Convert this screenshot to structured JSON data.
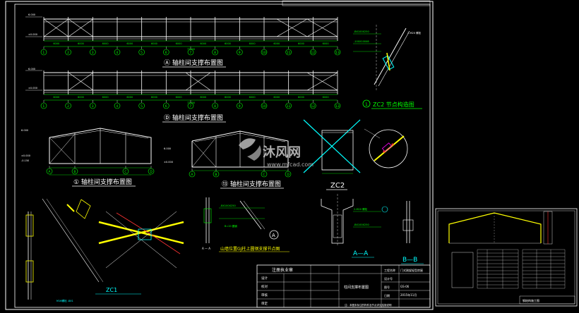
{
  "sheet_main": {
    "titles": {
      "elev_a": "Ⓐ 轴柱间支撑布置图",
      "elev_d": "Ⓓ 轴柱间支撑布置图",
      "elev_1": "① 轴柱间支撑布置图",
      "elev_13": "⑬ 轴柱间支撑布置图",
      "zc2_node": "ZC2 节点构造图",
      "zc2": "ZC2",
      "zc1": "ZC1",
      "gable": "山墙位置GJ柱上圆钢支撑节点图",
      "sec_a": "A—A",
      "sec_b": "B—B",
      "sec_a_small": "A — A"
    },
    "bay_dims": [
      "6000",
      "6000",
      "6000",
      "6000",
      "6000",
      "6000",
      "6000",
      "6000",
      "6000",
      "6000",
      "6000",
      "6000"
    ],
    "total_dim": "72000",
    "axis_numbers": [
      "1",
      "2",
      "3",
      "4",
      "5",
      "6",
      "7",
      "8",
      "9",
      "10",
      "11",
      "12",
      "13"
    ],
    "end_axes": [
      "A",
      "B",
      "C",
      "D"
    ],
    "elevations": [
      "6.000",
      "±0.000",
      "-0.150"
    ],
    "notes": {
      "bolt_a": "2-M20 螺栓",
      "bolt_b": "-BX100X250",
      "rod": "B=20 圆钢",
      "plate": "-100X100X8",
      "hex_bolt": "M16螺栓 -8X1"
    },
    "watermark": {
      "brand_cn": "沐风网",
      "brand_url": "www.mfcad.com"
    },
    "title_block": {
      "header": "注册执业章",
      "rows": [
        "设计",
        "校对",
        "审核",
        "审定"
      ],
      "right_rows": [
        "工程名称",
        "设计号",
        "图号",
        "日期"
      ],
      "drawing_name": "柱间支撑布置图",
      "project_value": "门式刚架轻型房屋",
      "date": "2015年11月",
      "sheet_no": "GS-06",
      "footer_note": "注：本图未标注的构件及节点详见结施说明"
    }
  },
  "thumbnail": {
    "label": "钢结构施工图"
  },
  "colors": {
    "background": "#000000",
    "frame": "#ffffff",
    "grid": "#ffffff",
    "member_yellow": "#ffff00",
    "dim_green": "#00ff00",
    "brace_red": "#ff3030",
    "cyan": "#00ffff",
    "magenta": "#ff00ff"
  }
}
